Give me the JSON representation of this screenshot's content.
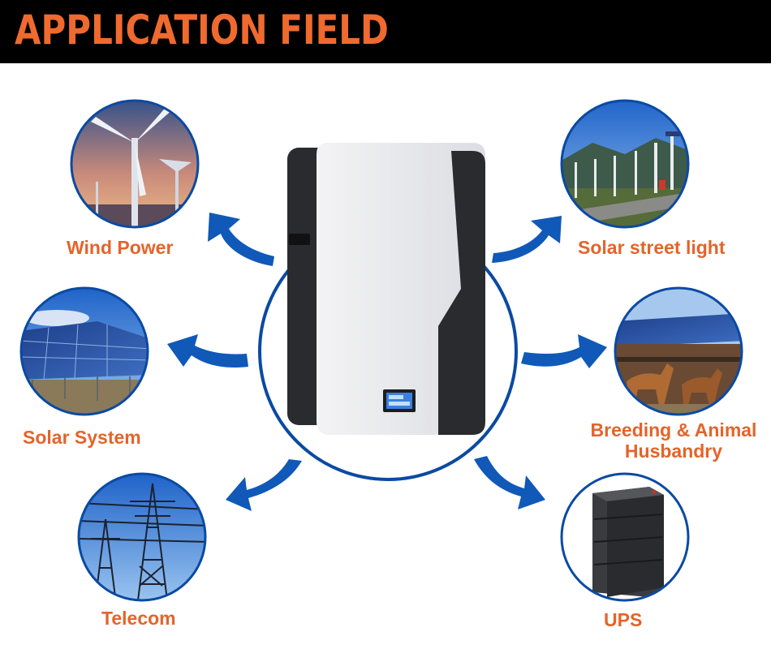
{
  "header": {
    "title": "APPLICATION FIELD"
  },
  "colors": {
    "accent_orange": "#ef6a2e",
    "label_orange": "#e4642a",
    "ring_blue": "#0b4aa2",
    "arrow_blue": "#1059b8",
    "banner_black": "#000000"
  },
  "applications": {
    "wind_power": {
      "label": "Wind Power",
      "icon": "wind-turbine-icon"
    },
    "solar_street_light": {
      "label": "Solar street light",
      "icon": "street-light-icon"
    },
    "solar_system": {
      "label": "Solar System",
      "icon": "solar-panel-icon"
    },
    "breeding": {
      "label_line1": "Breeding & Animal",
      "label_line2": "Husbandry",
      "icon": "horse-icon"
    },
    "telecom": {
      "label": "Telecom",
      "icon": "power-tower-icon"
    },
    "ups": {
      "label": "UPS",
      "icon": "battery-cabinet-icon"
    }
  },
  "product": {
    "icon": "wall-battery-icon"
  }
}
